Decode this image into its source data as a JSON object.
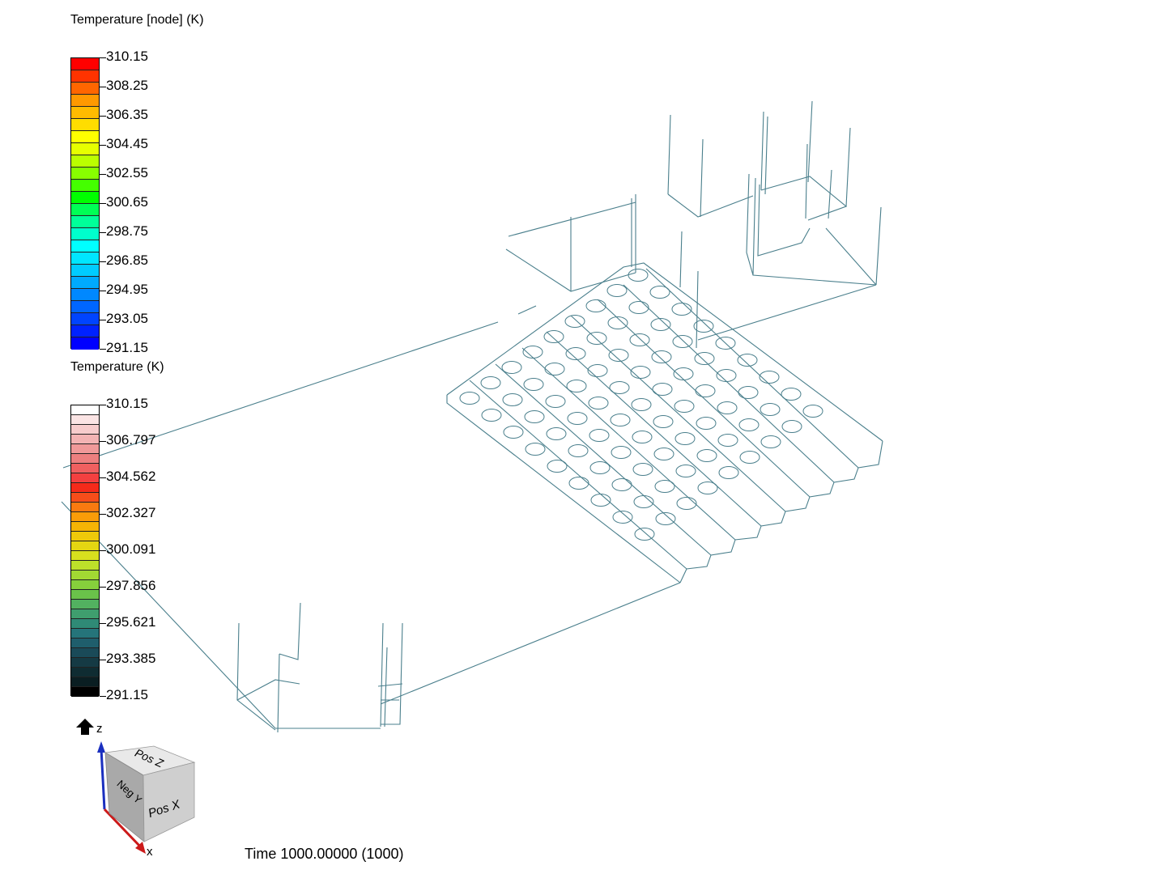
{
  "legend_node": {
    "title": "Temperature [node] (K)",
    "labels": [
      "310.15",
      "308.25",
      "306.35",
      "304.45",
      "302.55",
      "300.65",
      "298.75",
      "296.85",
      "294.95",
      "293.05",
      "291.15"
    ],
    "colors": [
      "#ff0000",
      "#ff3300",
      "#ff6600",
      "#ff9900",
      "#ffbb00",
      "#ffdd00",
      "#ffff00",
      "#e6ff00",
      "#bbff00",
      "#88ff00",
      "#44ff00",
      "#00ff00",
      "#00ff55",
      "#00ff99",
      "#00ffcc",
      "#00ffff",
      "#00e6ff",
      "#00ccff",
      "#00aaff",
      "#0088ff",
      "#0066ff",
      "#0044ff",
      "#0022ff",
      "#0000ff"
    ]
  },
  "legend_cell": {
    "title": "Temperature (K)",
    "labels": [
      "310.15",
      "306.797",
      "304.562",
      "302.327",
      "300.091",
      "297.856",
      "295.621",
      "293.385",
      "291.15"
    ],
    "colors": [
      "#ffffff",
      "#fbe4e4",
      "#f7cccc",
      "#f3b3b3",
      "#f09999",
      "#ed7f7f",
      "#f06060",
      "#f44040",
      "#f52a1a",
      "#f74d1a",
      "#f97a10",
      "#fa9c08",
      "#f5b405",
      "#eec90a",
      "#e4d612",
      "#d8e01e",
      "#bde02a",
      "#a2d833",
      "#86cf3c",
      "#6ac24a",
      "#52b160",
      "#3f9e6e",
      "#2f8a76",
      "#25747a",
      "#1f5e6c",
      "#1a4a58",
      "#153a44",
      "#0f2c32",
      "#0a1e22",
      "#000000"
    ]
  },
  "time_label": "Time 1000.00000 (1000)",
  "orientation": {
    "axis_z": "z",
    "axis_x": "x",
    "face_top": "Pos Z",
    "face_right": "Pos X",
    "face_left": "Neg Y"
  }
}
